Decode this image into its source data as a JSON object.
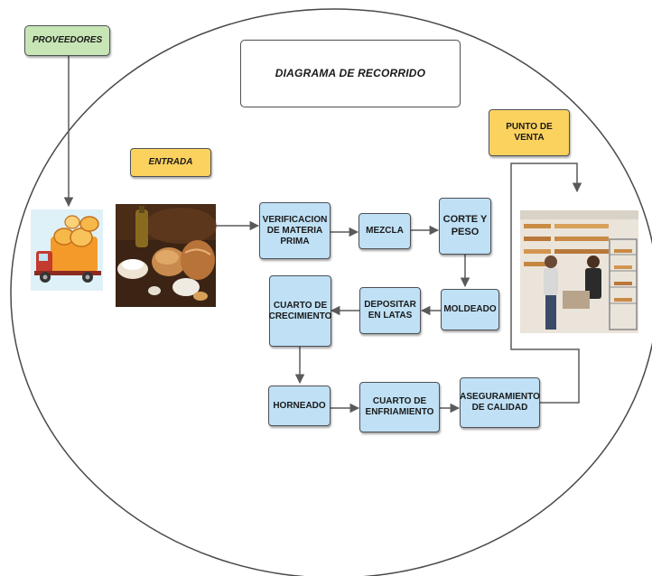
{
  "title": "DIAGRAMA DE RECORRIDO",
  "tags": {
    "proveedores": "PROVEEDORES",
    "entrada": "ENTRADA",
    "punto_de_venta": "PUNTO DE\nVENTA"
  },
  "steps": {
    "verificacion": "VERIFICACION\nDE MATERIA\nPRIMA",
    "mezcla": "MEZCLA",
    "corte": "CORTE Y\nPESO",
    "moldeado": "MOLDEADO",
    "depositar": "DEPOSITAR\nEN LATAS",
    "crecimiento": "CUARTO DE\nCRECIMIENTO",
    "horneado": "HORNEADO",
    "enfriamiento": "CUARTO DE\nENFRIAMIENTO",
    "calidad": "ASEGURAMIENTO\nDE CALIDAD"
  },
  "colors": {
    "process_fill": "#bfe0f5",
    "supplier_tag": "#c7e5b5",
    "highlight_tag": "#fcd25e",
    "connector": "#5a5a5a"
  },
  "icons": {
    "truck": "delivery-truck-icon",
    "ingredients": "bakery-ingredients-photo",
    "shop": "bakery-shop-photo"
  }
}
